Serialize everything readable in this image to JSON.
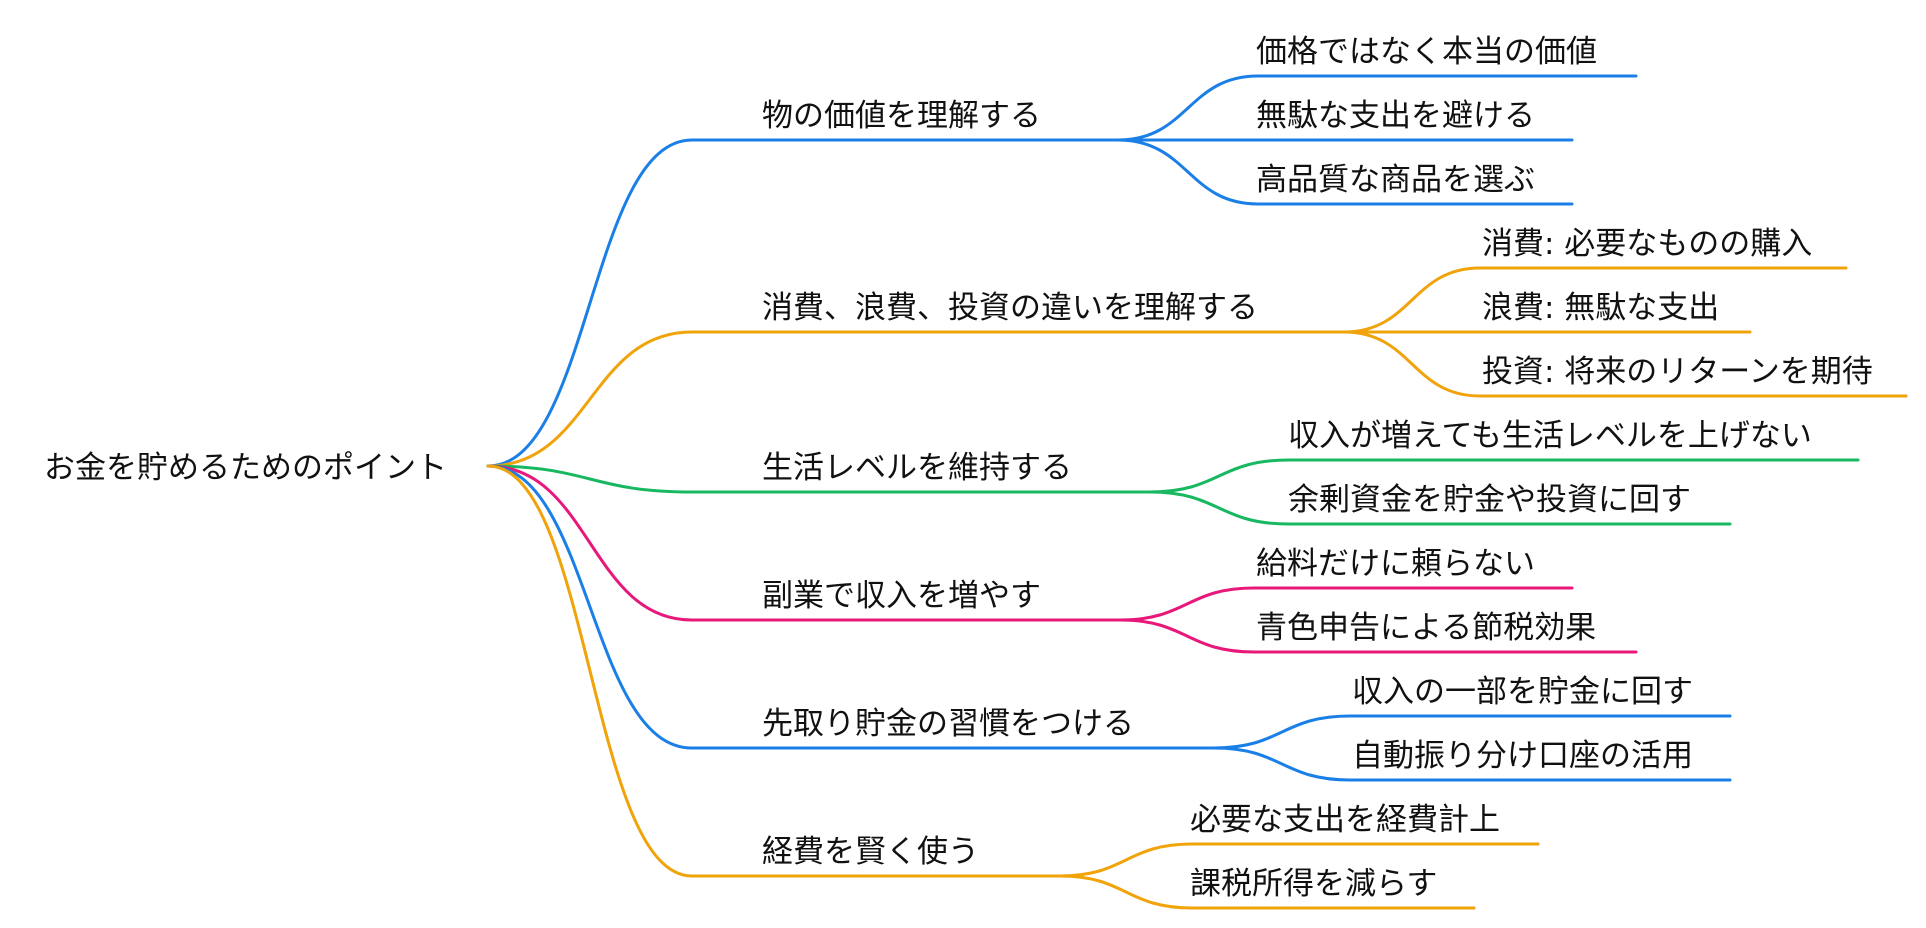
{
  "root": {
    "label": "お金を貯めるためのポイント"
  },
  "colors": {
    "blue": "#1a7fe6",
    "orange": "#f0a30a",
    "green": "#17b85f",
    "pink": "#e8177a"
  },
  "branches": [
    {
      "label": "物の価値を理解する",
      "color": "#1a7fe6",
      "children": [
        "価格ではなく本当の価値",
        "無駄な支出を避ける",
        "高品質な商品を選ぶ"
      ]
    },
    {
      "label": "消費、浪費、投資の違いを理解する",
      "color": "#f0a30a",
      "children": [
        "消費: 必要なものの購入",
        "浪費: 無駄な支出",
        "投資: 将来のリターンを期待"
      ]
    },
    {
      "label": "生活レベルを維持する",
      "color": "#17b85f",
      "children": [
        "収入が増えても生活レベルを上げない",
        "余剰資金を貯金や投資に回す"
      ]
    },
    {
      "label": "副業で収入を増やす",
      "color": "#e8177a",
      "children": [
        "給料だけに頼らない",
        "青色申告による節税効果"
      ]
    },
    {
      "label": "先取り貯金の習慣をつける",
      "color": "#1a7fe6",
      "children": [
        "収入の一部を貯金に回す",
        "自動振り分け口座の活用"
      ]
    },
    {
      "label": "経費を賢く使う",
      "color": "#f0a30a",
      "children": [
        "必要な支出を経費計上",
        "課税所得を減らす"
      ]
    }
  ]
}
